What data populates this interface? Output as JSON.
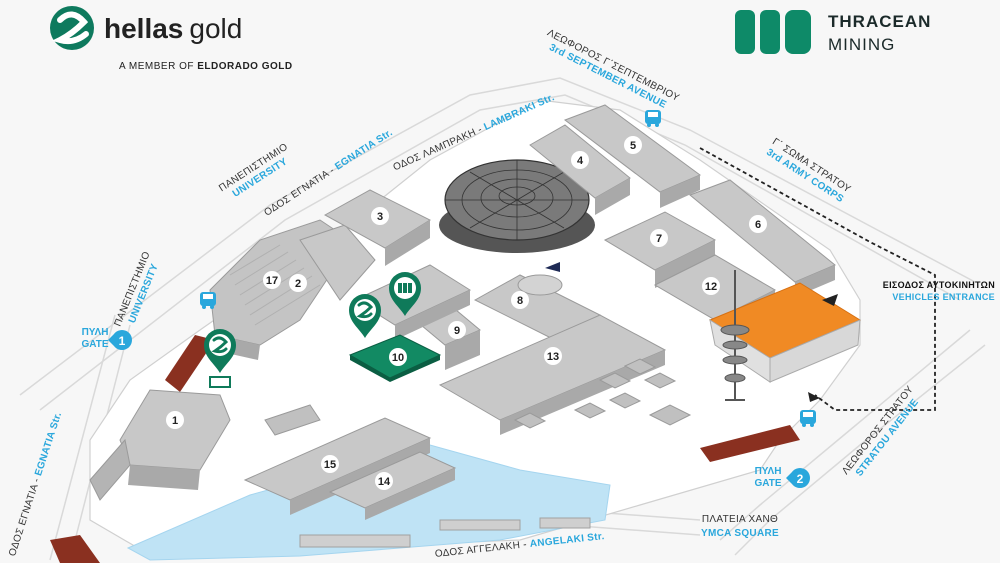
{
  "logos": {
    "hellas": {
      "bold": "hellas",
      "light": "gold",
      "sub_prefix": "A MEMBER OF ",
      "sub_bold": "ELDORADO GOLD",
      "color": "#0e7a5e"
    },
    "thracean": {
      "line1": "THRACEAN",
      "line2": "MINING",
      "color": "#0e8a68"
    }
  },
  "streets": {
    "university_top": {
      "gr": "ΠΑΝΕΠΙΣΤΗΜΙΟ",
      "en": "UNIVERSITY"
    },
    "egnatia_top": {
      "gr": "ΟΔΟΣ ΕΓΝΑΤΙΑ - ",
      "en": "EGNATIA Str."
    },
    "university_left": {
      "gr": "ΠΑΝΕΠΙΣΤΗΜΙΟ",
      "en": "UNIVERSITY"
    },
    "egnatia_left": {
      "gr": "ΟΔΟΣ ΕΓΝΑΤΙΑ - ",
      "en": "EGNATIA Str."
    },
    "lambraki": {
      "gr": "ΟΔΟΣ ΛΑΜΠΡΑΚΗ - ",
      "en": "LAMBRAKI Str."
    },
    "september": {
      "gr": "ΛΕΩΦΟΡΟΣ Γ΄ΣΕΠΤΕΜΒΡΙΟΥ",
      "en": "3rd SEPTEMBER AVENUE"
    },
    "army": {
      "gr": "Γ΄ ΣΩΜΑ ΣΤΡΑΤΟΥ",
      "en": "3rd ARMY CORPS"
    },
    "stratou": {
      "gr": "ΛΕΩΦΟΡΟΣ ΣΤΡΑΤΟΥ",
      "en": "STRATOU AVENUE"
    },
    "angelaki": {
      "gr": "ΟΔΟΣ ΑΓΓΕΛΑΚΗ - ",
      "en": "ANGELAKI Str."
    },
    "ymca": {
      "gr": "ΠΛΑΤΕΙΑ ΧΑΝΘ",
      "en": "YMCA SQUARE"
    }
  },
  "gates": {
    "gate1": {
      "gr": "ΠΥΛΗ",
      "en": "GATE",
      "num": "1"
    },
    "gate2": {
      "gr": "ΠΥΛΗ",
      "en": "GATE",
      "num": "2"
    }
  },
  "entrance": {
    "gr": "ΕΙΣΟΔΟΣ ΑΥΤΟΚΙΝΗΤΩΝ",
    "en": "VEHICLES ENTRANCE"
  },
  "buildings": {
    "b1": "1",
    "b2": "2",
    "b3": "3",
    "b4": "4",
    "b5": "5",
    "b6": "6",
    "b7": "7",
    "b8": "8",
    "b9": "9",
    "b10": "10",
    "b12": "12",
    "b13": "13",
    "b14": "14",
    "b15": "15",
    "b17": "17"
  },
  "colors": {
    "building_top": "#c8c8c8",
    "building_side": "#a9a9a9",
    "highlight_green": "#0f7a5a",
    "highlight_orange": "#f08a24",
    "water": "#bfe3f5",
    "wall_red": "#8a3020",
    "accent_blue": "#2aa7dc"
  }
}
